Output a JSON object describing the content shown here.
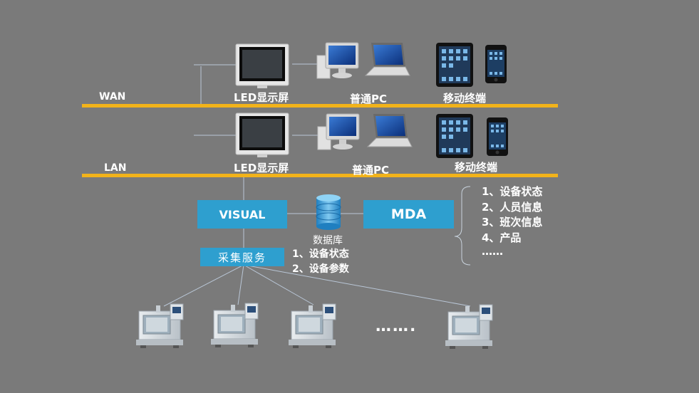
{
  "wan": {
    "label": "WAN",
    "devices": [
      "LED显示屏",
      "普通PC",
      "移动终端"
    ]
  },
  "lan": {
    "label": "LAN",
    "devices": [
      "LED显示屏",
      "普通PC",
      "移动终端"
    ]
  },
  "visual_label": "VISUAL",
  "mda_label": "MDA",
  "database_label": "数据库",
  "collect_label": "采集服务",
  "mda_items": [
    "1、设备状态",
    "2、人员信息",
    "3、班次信息",
    "4、产品",
    "……"
  ],
  "collect_items": [
    "1、设备状态",
    "2、设备参数"
  ],
  "machines_ellipsis": "……."
}
